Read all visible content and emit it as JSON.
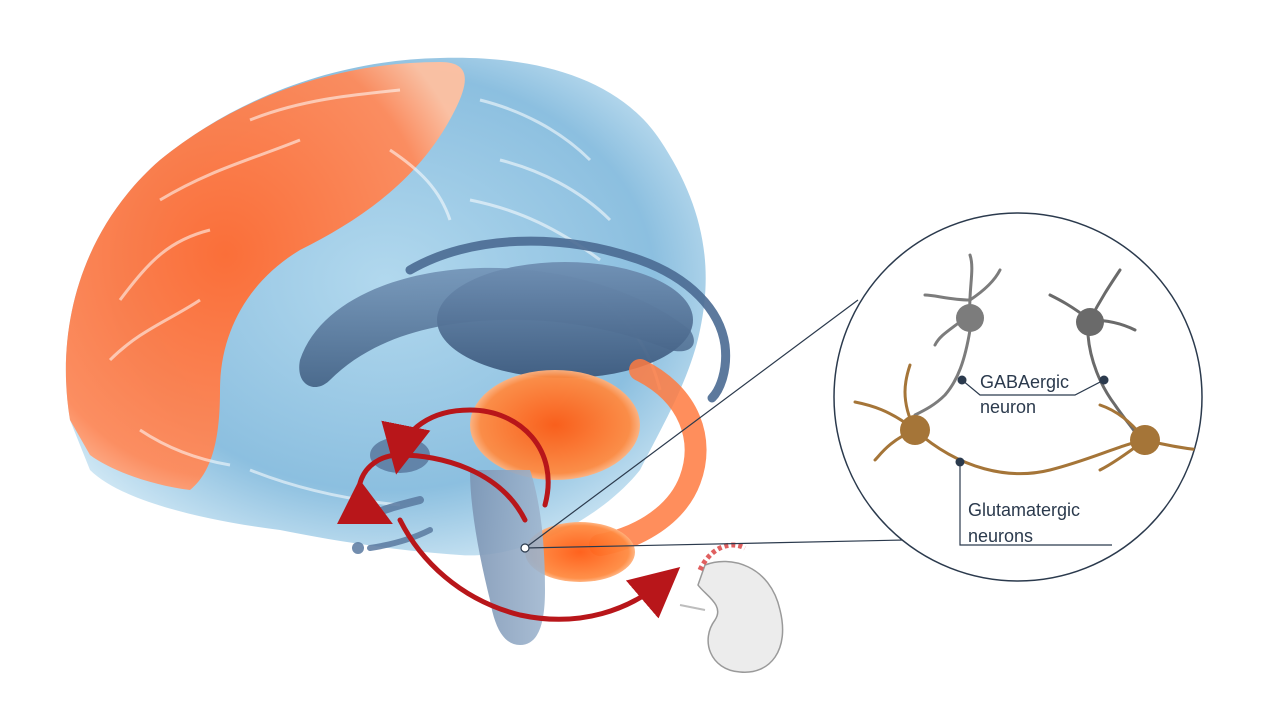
{
  "labels": {
    "gaba_line1": "GABAergic",
    "gaba_line2": "neuron",
    "glut_line1": "Glutamatergic",
    "glut_line2": "neurons"
  },
  "colors": {
    "cortex_blue": "#8fc3e0",
    "cortex_blue_dark": "#6aa6cc",
    "frontal_orange": "#ff7a45",
    "midbrain_slate": "#4f6f93",
    "highlight_orange": "#ff6a2a",
    "pathway_red": "#b8161a",
    "callout_line": "#2b3a4d",
    "gaba_neuron": "#7c7c7c",
    "glut_neuron": "#a57538",
    "adrenal_gray": "#e9e9e9",
    "adrenal_cap": "#e06060"
  }
}
